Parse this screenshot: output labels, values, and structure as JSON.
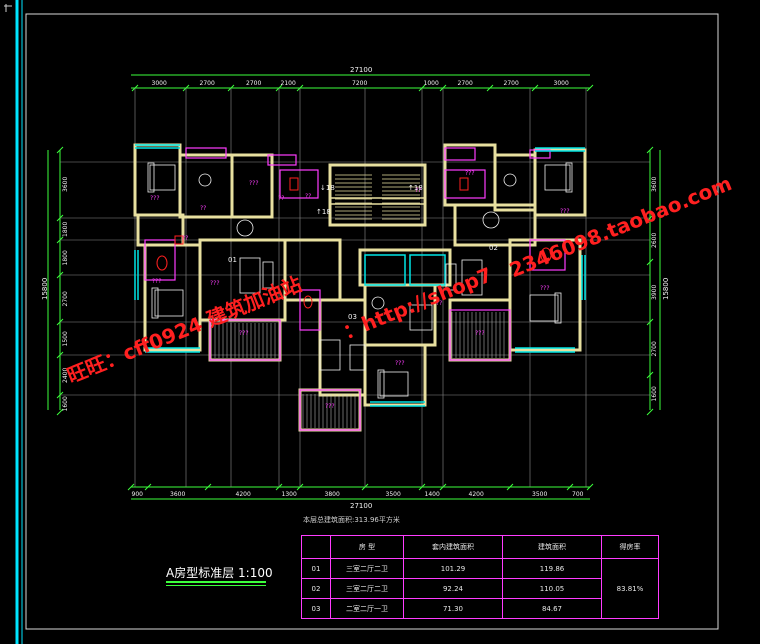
{
  "dims": {
    "overall_top": "27100",
    "overall_bottom": "27100",
    "top_segments": [
      "3000",
      "2700",
      "2700",
      "2100",
      "7200",
      "1000",
      "2700",
      "2700",
      "3000"
    ],
    "bottom_segments": [
      "900",
      "3600",
      "4200",
      "1300",
      "3800",
      "3500",
      "1400",
      "4200",
      "3500",
      "700"
    ],
    "left_overall": "15800",
    "left_segments": [
      "3600",
      "1800",
      "1800",
      "2700",
      "1500",
      "2400",
      "1600"
    ],
    "right_overall": "15800",
    "right_segments": [
      "3600",
      "2600",
      "3900",
      "2700",
      "1600"
    ]
  },
  "units": [
    "01",
    "02",
    "03"
  ],
  "room_marks": [
    "???",
    "??",
    "↓18",
    "↑18",
    "↑18"
  ],
  "title": {
    "text": "A房型标准层 1:100"
  },
  "summary_note": "本层总建筑面积:313.96平方米",
  "table": {
    "headers": [
      "房 型",
      "套内建筑面积",
      "建筑面积",
      "得房率"
    ],
    "rows": [
      {
        "id": "01",
        "type": "三室二厅二卫",
        "inner": "101.29",
        "gross": "119.86"
      },
      {
        "id": "02",
        "type": "三室二厅二卫",
        "inner": "92.24",
        "gross": "110.05"
      },
      {
        "id": "03",
        "type": "二室二厅一卫",
        "inner": "71.30",
        "gross": "84.67"
      }
    ],
    "ratio": "83.81%"
  },
  "watermarks": {
    "contact": "旺旺：cff0924 建筑加油站",
    "url_part1": "：http://shop7",
    "url_part2": "2346098.taobao.com"
  },
  "colors": {
    "background": "#000000",
    "wall": "#e8e0a0",
    "dimension": "#3cff3c",
    "window": "#00e5e5",
    "partition": "#ff3cff",
    "furniture": "#f2f2f2",
    "watermark": "#ff2020",
    "frame": "#00e5ff"
  }
}
